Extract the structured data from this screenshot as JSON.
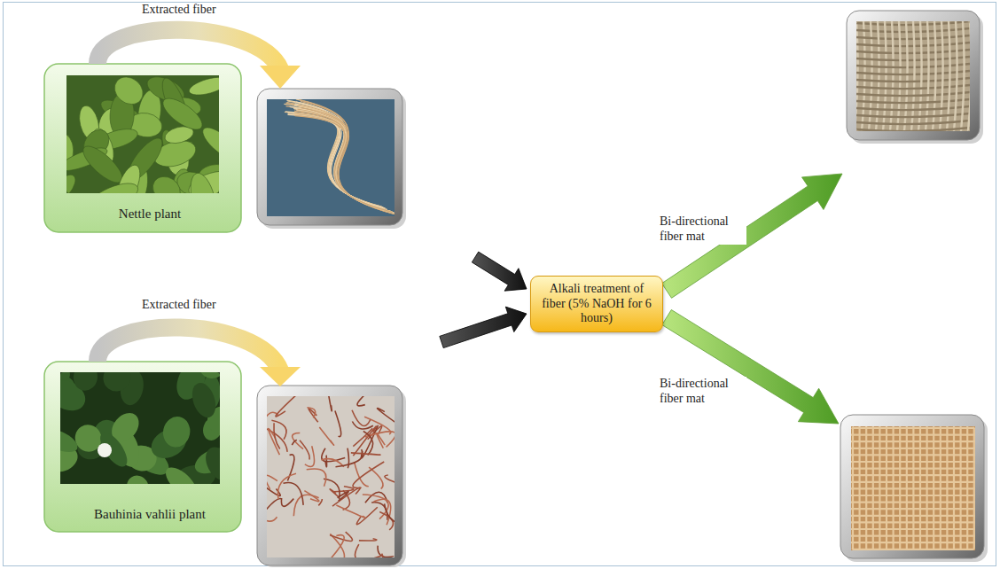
{
  "diagram": {
    "nodes": [
      {
        "text": [
          "Nettle plant"
        ]
      },
      {
        "text": [
          "Bauhinia vahlii plant"
        ]
      },
      {
        "text": [
          "Alkali treatment of fiber (5% NaOH for 6 hours)"
        ]
      }
    ],
    "labels": [
      "Extracted fiber",
      "Extracted fiber",
      "Bi-directional fiber mat",
      "Bi-directional fiber mat"
    ]
  }
}
